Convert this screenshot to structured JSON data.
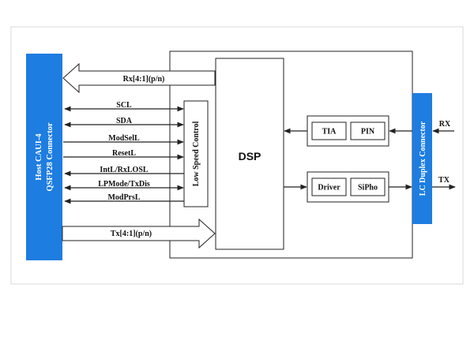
{
  "diagram": {
    "host_connector": {
      "line1": "Host CAUI-4",
      "line2": "QSFP28 Connector"
    },
    "lc_connector": {
      "label": "LC Duplex Connector"
    },
    "low_speed_control": {
      "label": "Low Speed Control"
    },
    "dsp": {
      "label": "DSP"
    },
    "rx_chain": [
      "TIA",
      "PIN"
    ],
    "tx_chain": [
      "Driver",
      "SiPho"
    ],
    "rx_bus": "Rx[4:1](p/n)",
    "tx_bus": "Tx[4:1](p/n)",
    "signals": [
      {
        "name": "SCL",
        "direction": "bidirectional"
      },
      {
        "name": "SDA",
        "direction": "bidirectional"
      },
      {
        "name": "ModSelL",
        "direction": "to-module"
      },
      {
        "name": "ResetL",
        "direction": "to-module"
      },
      {
        "name": "IntL/RxLOSL",
        "direction": "to-host"
      },
      {
        "name": "LPMode/TxDis",
        "direction": "bidirectional"
      },
      {
        "name": "ModPrsL",
        "direction": "to-host"
      }
    ],
    "optical_rx": "RX",
    "optical_tx": "TX",
    "colors": {
      "connector": "#1e7de0",
      "line": "#222222",
      "frame": "#d8d8d8"
    }
  }
}
